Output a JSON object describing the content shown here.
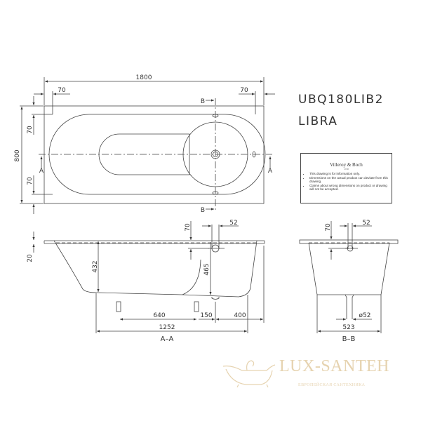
{
  "drawing": {
    "model_code": "UBQ180LIB2",
    "model_name": "LIBRA",
    "plan_view": {
      "overall_length": "1800",
      "overall_width": "800",
      "rim_left": "70",
      "rim_right": "70",
      "rim_top": "70",
      "rim_bottom": "70",
      "section_a_label": "A",
      "section_b_label": "B"
    },
    "section_aa": {
      "label": "A–A",
      "rim_thickness": "20",
      "depth": "432",
      "overflow_offset": "70",
      "overflow_diameter": "52",
      "drain_depth": "465",
      "foot_spacing": "640",
      "foot_to_drain": "150",
      "drain_to_end": "400",
      "bottom_length": "1252"
    },
    "section_bb": {
      "label": "B–B",
      "overflow_offset": "70",
      "overflow_diameter": "52",
      "drain_diameter": "ø52",
      "bottom_width": "523"
    }
  },
  "notice": {
    "brand": "Villeroy & Boch",
    "established": "1748",
    "items": [
      "This drawing is for information only.",
      "Dimensions on the actual product can deviate from this drawing.",
      "Claims about wrong dimensions on product or drawing will not be accepted."
    ]
  },
  "watermark": {
    "name": "LUX-SANTEH",
    "tagline": "ЕВРОПЕЙСКАЯ САНТЕХНИКА",
    "color": "#e6d3b0"
  }
}
